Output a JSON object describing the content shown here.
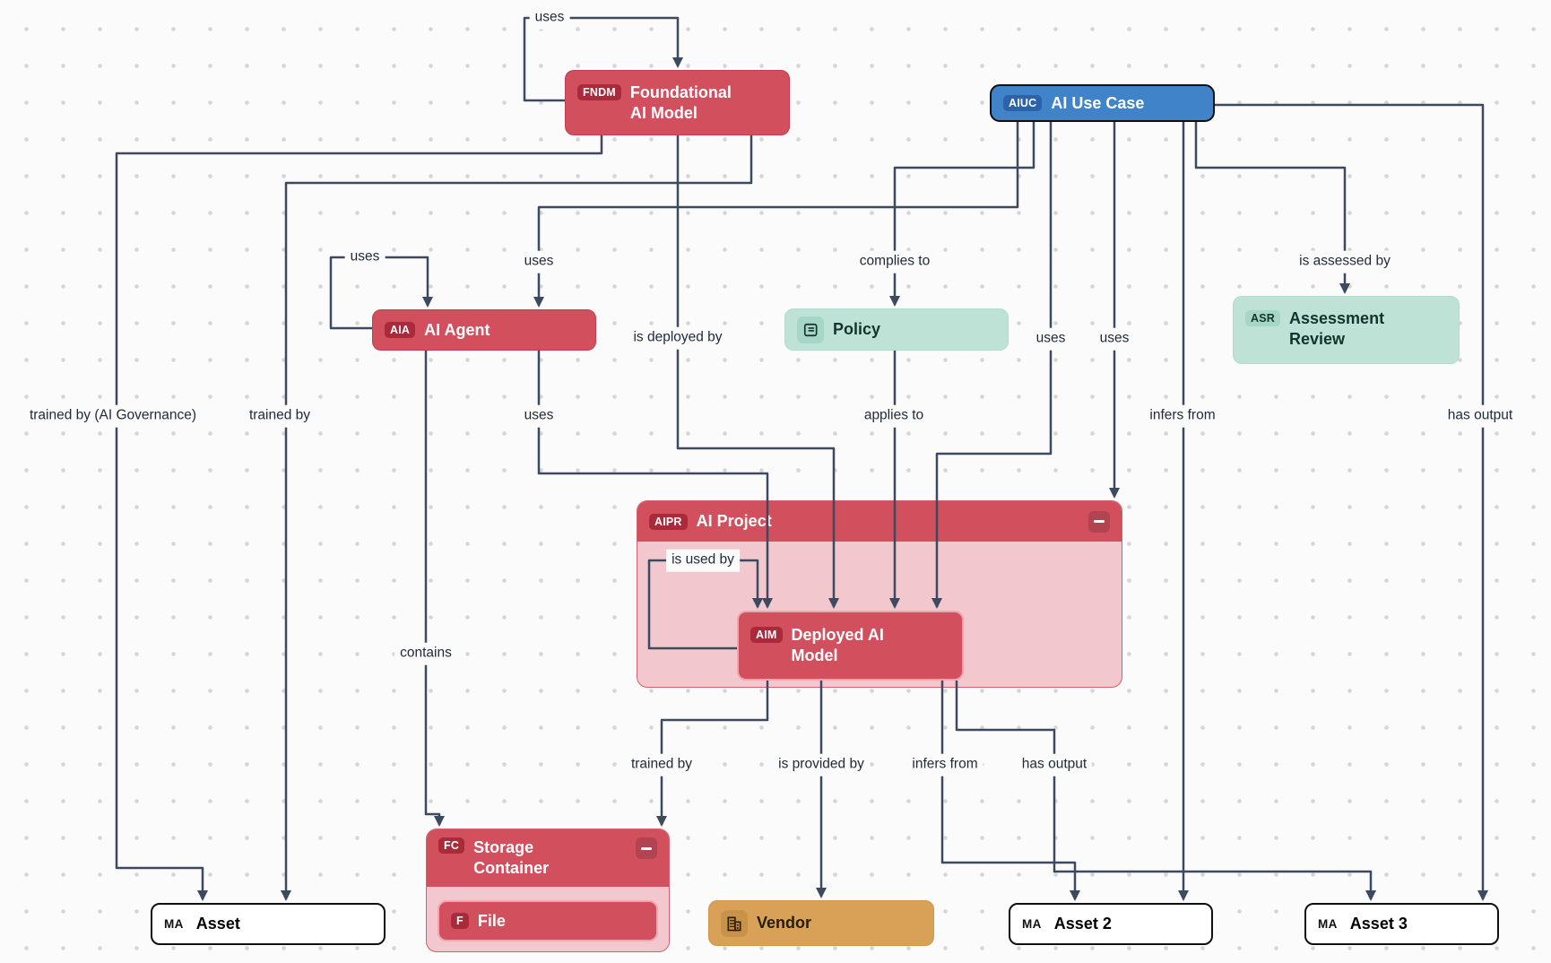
{
  "nodes": {
    "foundational_ai_model": {
      "badge": "FNDM",
      "title": "Foundational AI Model",
      "color": "#d24f5e"
    },
    "ai_use_case": {
      "badge": "AIUC",
      "title": "AI Use Case",
      "color": "#4083c9"
    },
    "ai_agent": {
      "badge": "AIA",
      "title": "AI Agent",
      "color": "#d24f5e"
    },
    "policy": {
      "icon": "scroll-icon",
      "title": "Policy",
      "color": "#bee3d6"
    },
    "assessment_review": {
      "badge": "ASR",
      "title": "Assessment Review",
      "color": "#bee3d6"
    },
    "ai_project": {
      "badge": "AIPR",
      "title": "AI Project",
      "color": "#d24f5e",
      "collapsible": true
    },
    "deployed_ai_model": {
      "badge": "AIM",
      "title": "Deployed AI Model",
      "color": "#d24f5e"
    },
    "storage_container": {
      "badge": "FC",
      "title": "Storage Container",
      "color": "#d24f5e",
      "collapsible": true
    },
    "file": {
      "badge": "F",
      "title": "File",
      "color": "#d24f5e"
    },
    "asset": {
      "badge": "MA",
      "title": "Asset",
      "color": "#ffffff"
    },
    "vendor": {
      "icon": "building-icon",
      "title": "Vendor",
      "color": "#d9a158"
    },
    "asset_2": {
      "badge": "MA",
      "title": "Asset 2",
      "color": "#ffffff"
    },
    "asset_3": {
      "badge": "MA",
      "title": "Asset 3",
      "color": "#ffffff"
    }
  },
  "edges": {
    "fndm_uses_self": "uses",
    "aiuc_uses_ai_agent": "uses",
    "ai_agent_uses_self": "uses",
    "ai_agent_uses_deployed": "uses",
    "aiuc_uses_deployed": "uses",
    "aiuc_uses_ai_project": "uses",
    "complies_to": "complies to",
    "is_assessed_by": "is assessed by",
    "trained_by_governance": "trained by (AI Governance)",
    "trained_by_fndm": "trained by",
    "is_deployed_by": "is deployed by",
    "applies_to": "applies to",
    "aiuc_infers_from": "infers from",
    "aiuc_has_output": "has output",
    "is_used_by": "is used by",
    "contains": "contains",
    "aim_trained_by": "trained by",
    "is_provided_by": "is provided by",
    "aim_infers_from": "infers from",
    "aim_has_output": "has output"
  },
  "colors": {
    "edge": "#3c4a5f",
    "node_red": "#d24f5e",
    "badge_red": "#a92a3a",
    "node_blue": "#4083c9",
    "badge_blue": "#2b62ab",
    "node_mint": "#bee3d6",
    "node_orange": "#d9a158",
    "container_body": "#f2c8ce",
    "canvas_bg": "#fbfbfc",
    "grid_dot": "#d6d6da"
  }
}
